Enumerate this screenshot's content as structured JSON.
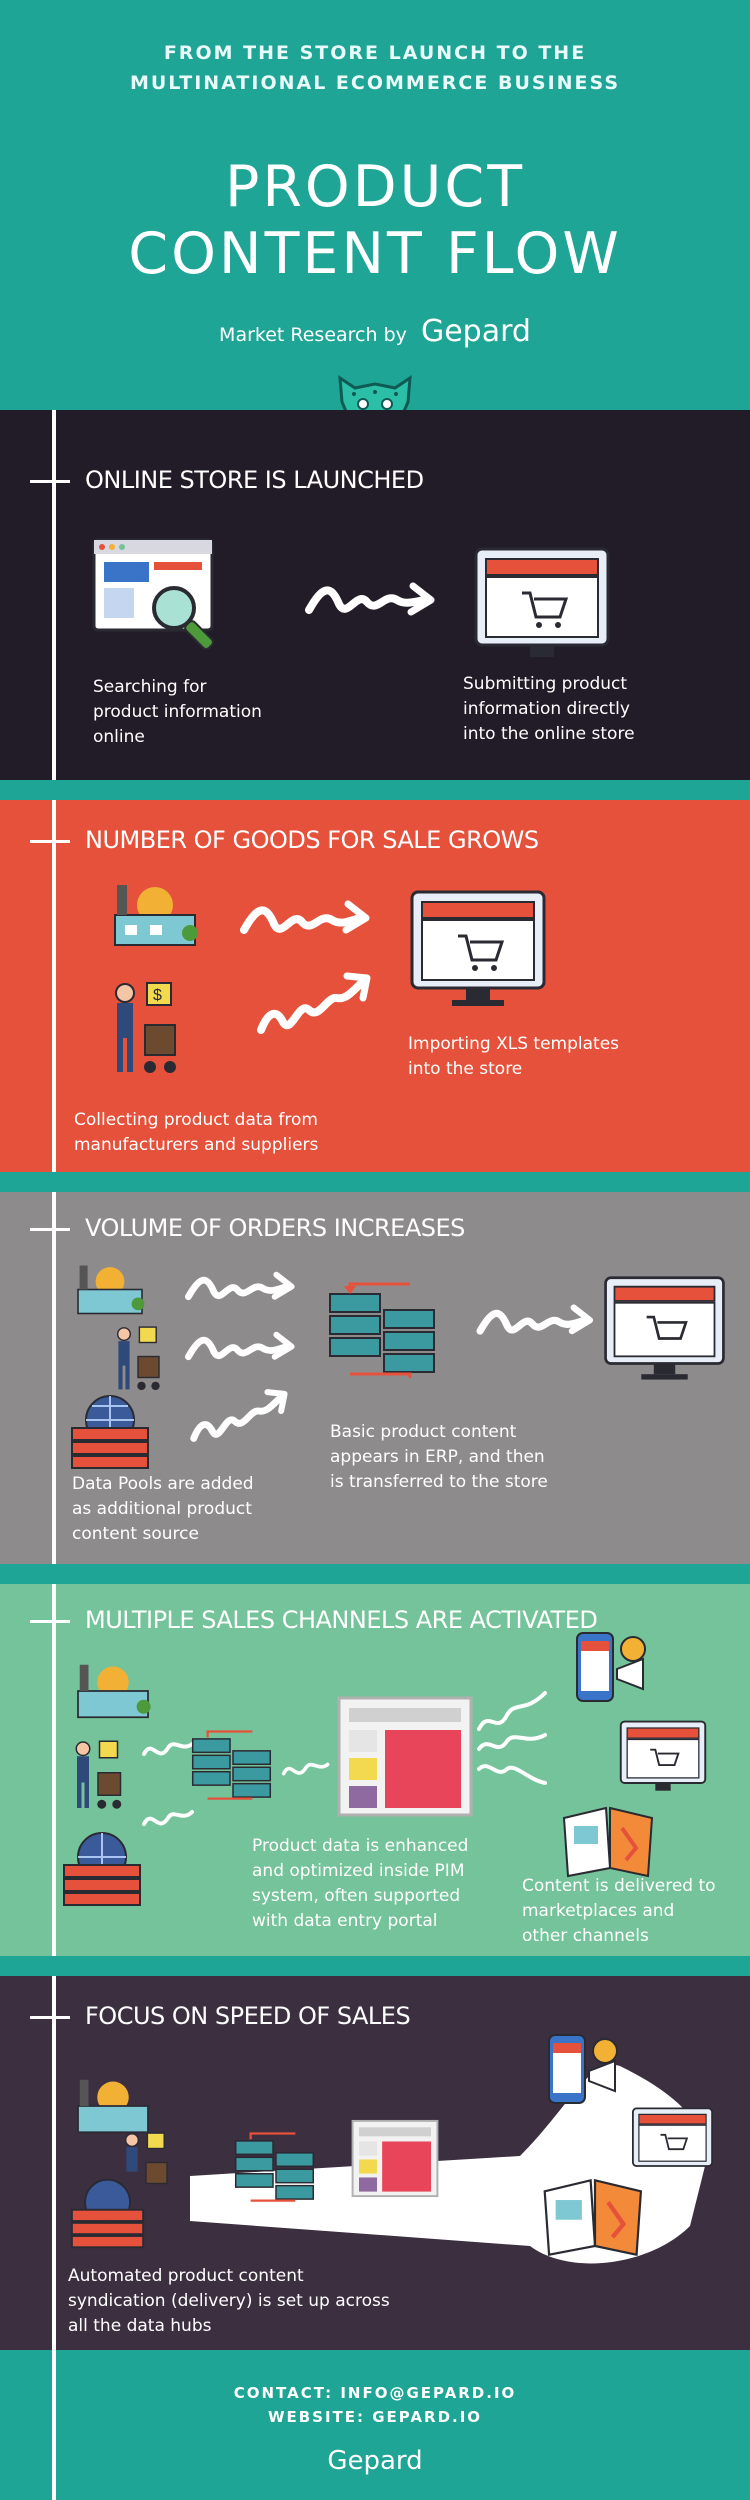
{
  "header": {
    "supertitle_line1": "FROM THE STORE LAUNCH TO THE",
    "supertitle_line2": "MULTINATIONAL ECOMMERCE BUSINESS",
    "title_line1": "PRODUCT",
    "title_line2": "CONTENT FLOW",
    "byline": "Market Research by",
    "brand": "Gepard"
  },
  "sections": [
    {
      "title": "ONLINE STORE IS LAUNCHED",
      "bg": "#221c28",
      "captions": [
        [
          "Searching for",
          "product information",
          "online"
        ],
        [
          "Submitting product",
          "information directly",
          "into the online store"
        ]
      ]
    },
    {
      "title": "NUMBER OF GOODS FOR SALE GROWS",
      "bg": "#e5513b",
      "captions": [
        [
          "Importing XLS templates",
          "into the store"
        ],
        [
          "Collecting product data from",
          "manufacturers and suppliers"
        ]
      ]
    },
    {
      "title": "VOLUME OF ORDERS INCREASES",
      "bg": "#8e8b8c",
      "captions": [
        [
          "Basic product content",
          "appears in ERP, and then",
          "is transferred to the store"
        ],
        [
          "Data Pools are added",
          "as additional product",
          "content source"
        ]
      ]
    },
    {
      "title": "MULTIPLE SALES CHANNELS ARE ACTIVATED",
      "bg": "#74c39a",
      "captions": [
        [
          "Product data is enhanced",
          "and optimized inside PIM",
          "system, often supported",
          "with data entry portal"
        ],
        [
          "Content is delivered to",
          "marketplaces and",
          "other channels"
        ]
      ]
    },
    {
      "title": "FOCUS ON SPEED OF SALES",
      "bg": "#3c2f40",
      "captions": [
        [
          "Automated product content",
          "syndication (delivery) is set up across",
          "all the data hubs"
        ]
      ]
    }
  ],
  "footer": {
    "contact": "CONTACT: INFO@GEPARD.IO",
    "website": "WEBSITE: GEPARD.IO",
    "brand": "Gepard"
  },
  "colors": {
    "teal": "#1ea595",
    "dark": "#221c28",
    "red": "#e5513b",
    "gray": "#8e8b8c",
    "green": "#74c39a",
    "purple": "#3c2f40"
  }
}
